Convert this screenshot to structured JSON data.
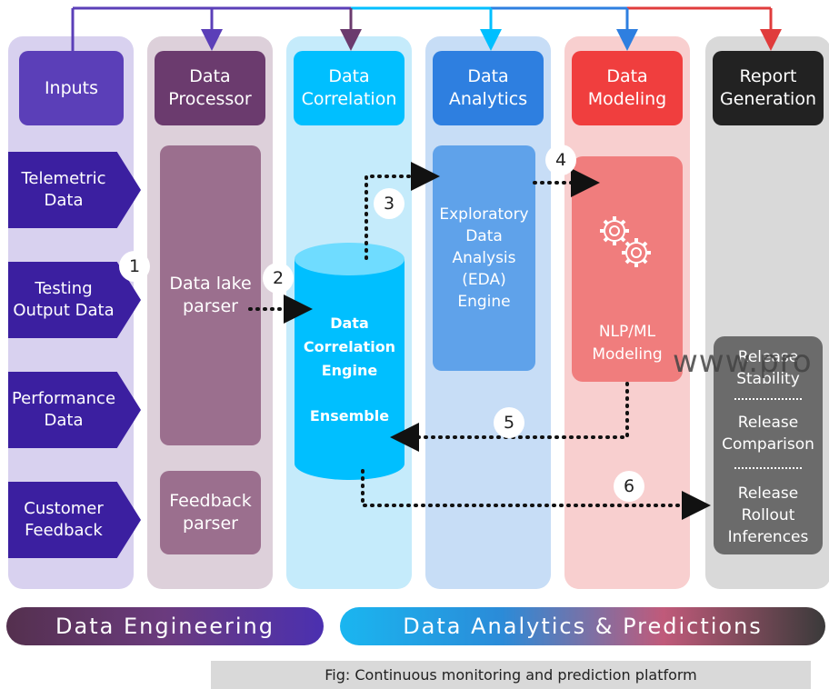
{
  "columns": {
    "inputs": "Inputs",
    "data_processor": "Data\nProcessor",
    "data_correlation": "Data\nCorrelation",
    "data_analytics": "Data\nAnalytics",
    "data_modeling": "Data\nModeling",
    "report_generation": "Report\nGeneration"
  },
  "inputs": {
    "telemetric": "Telemetric\nData",
    "testing": "Testing\nOutput Data",
    "performance": "Performance\nData",
    "customer": "Customer\nFeedback"
  },
  "processor": {
    "data_lake_parser": "Data lake\nparser",
    "feedback_parser": "Feedback\nparser"
  },
  "correlation": {
    "engine": "Data\nCorrelation\nEngine",
    "ensemble": "Ensemble"
  },
  "analytics": {
    "eda_engine": "Exploratory\nData\nAnalysis\n(EDA)\nEngine"
  },
  "modeling": {
    "nlp_ml": "NLP/ML\nModeling"
  },
  "report": {
    "release_stability": "Release\nStability",
    "release_comparison": "Release\nComparison",
    "release_rollout": "Release\nRollout\nInferences"
  },
  "steps": [
    "1",
    "2",
    "3",
    "4",
    "5",
    "6"
  ],
  "watermark": "www.pro",
  "bands": {
    "data_engineering": "Data Engineering",
    "data_analytics_predictions": "Data Analytics & Predictions"
  },
  "caption": "Fig: Continuous monitoring and prediction platform",
  "colors": {
    "inputs": "#5b3fb8",
    "processor": "#6b3b6e",
    "correlation": "#00bfff",
    "analytics": "#2e7fe0",
    "modeling": "#f03e3e",
    "report": "#222222"
  }
}
